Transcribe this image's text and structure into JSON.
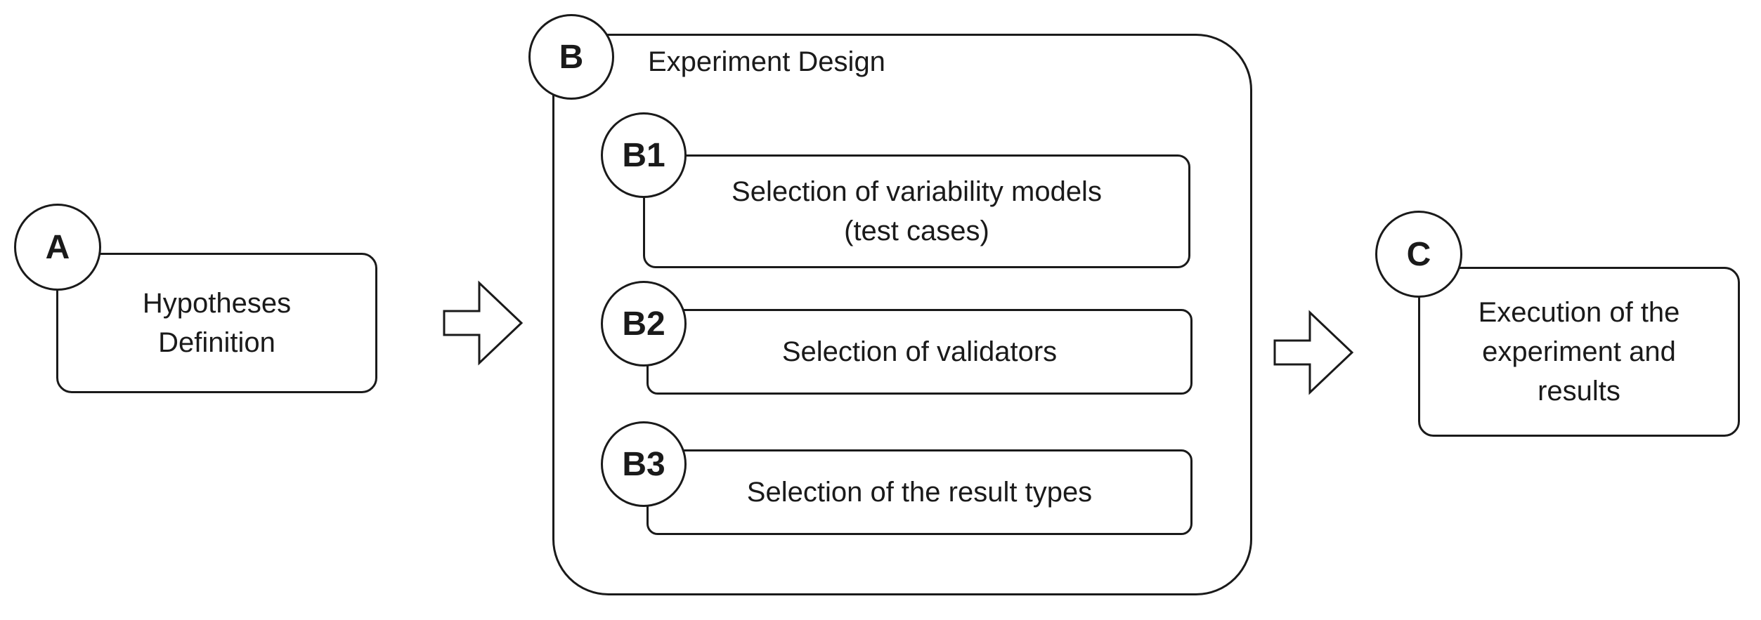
{
  "step_a": {
    "badge": "A",
    "text_line1": "Hypotheses",
    "text_line2": "Definition"
  },
  "step_b": {
    "badge": "B",
    "title": "Experiment Design",
    "b1": {
      "badge": "B1",
      "text_line1": "Selection of variability models",
      "text_line2": "(test cases)"
    },
    "b2": {
      "badge": "B2",
      "text": "Selection of validators"
    },
    "b3": {
      "badge": "B3",
      "text": "Selection of the result types"
    }
  },
  "step_c": {
    "badge": "C",
    "text_line1": "Execution of the",
    "text_line2": "experiment and",
    "text_line3": "results"
  },
  "colors": {
    "stroke": "#1a1a1a",
    "fill": "#ffffff"
  },
  "icons": [
    "right-arrow-icon",
    "right-arrow-icon"
  ]
}
